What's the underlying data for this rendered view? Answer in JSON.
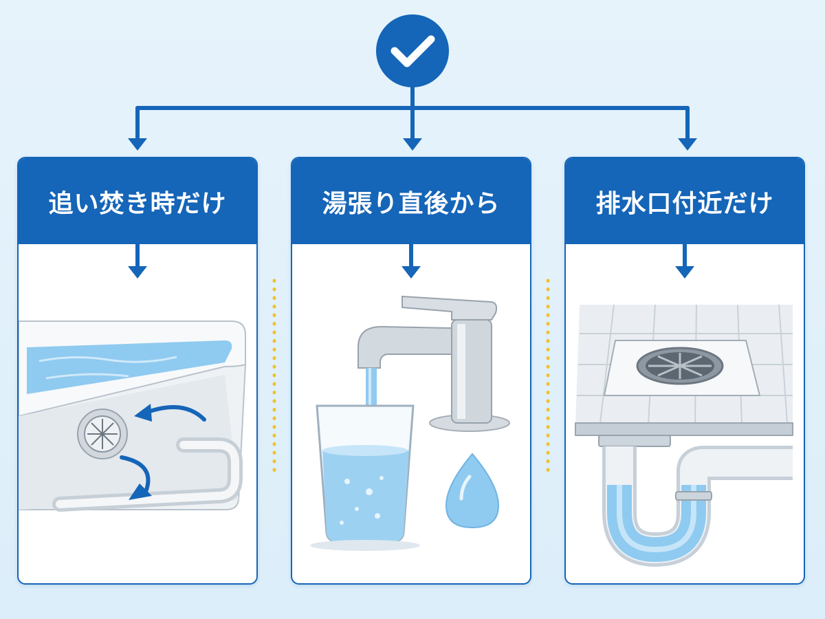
{
  "colors": {
    "primary": "#1565b8",
    "background": "#e6f3fb",
    "separator_dots": "#f2c12e",
    "water": "#8fcaf0"
  },
  "root": {
    "icon": "check-icon"
  },
  "cards": [
    {
      "title": "追い焚き時だけ",
      "illustration": "bathtub-reheat-port-icon"
    },
    {
      "title": "湯張り直後から",
      "illustration": "faucet-glass-water-icon"
    },
    {
      "title": "排水口付近だけ",
      "illustration": "floor-drain-trap-icon"
    }
  ]
}
